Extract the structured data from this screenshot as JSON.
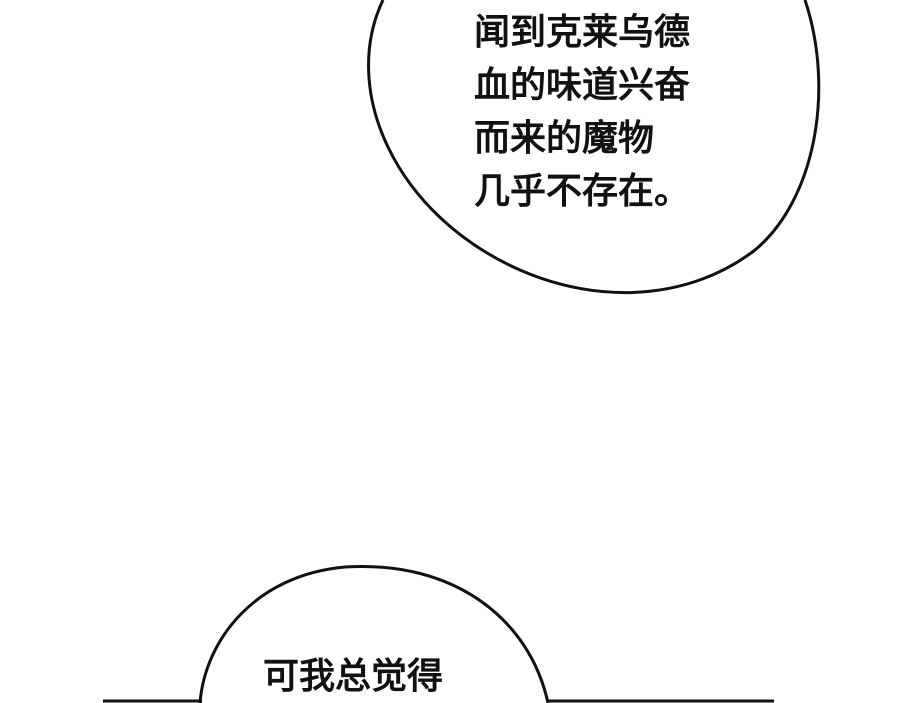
{
  "bubble_top": {
    "lines": [
      "闻到克莱乌德",
      "血的味道兴奋",
      "而来的魔物",
      "几乎不存在。"
    ]
  },
  "bubble_bottom": {
    "lines": [
      "可我总觉得"
    ]
  },
  "colors": {
    "background": "#ffffff",
    "outline": "#111111",
    "text": "#111111"
  }
}
